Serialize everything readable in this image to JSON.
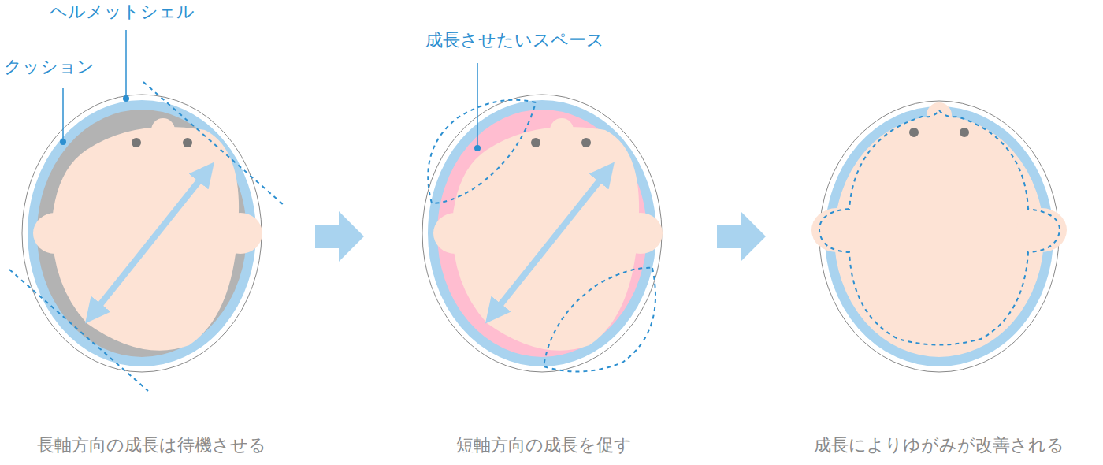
{
  "diagram": {
    "labels": [
      "ヘルメットシェル",
      "クッション",
      "成長させたいスペース",
      "長軸方向の成長は待機させる",
      "短軸方向の成長を促す",
      "成長によりゆがみが改善される"
    ]
  }
}
